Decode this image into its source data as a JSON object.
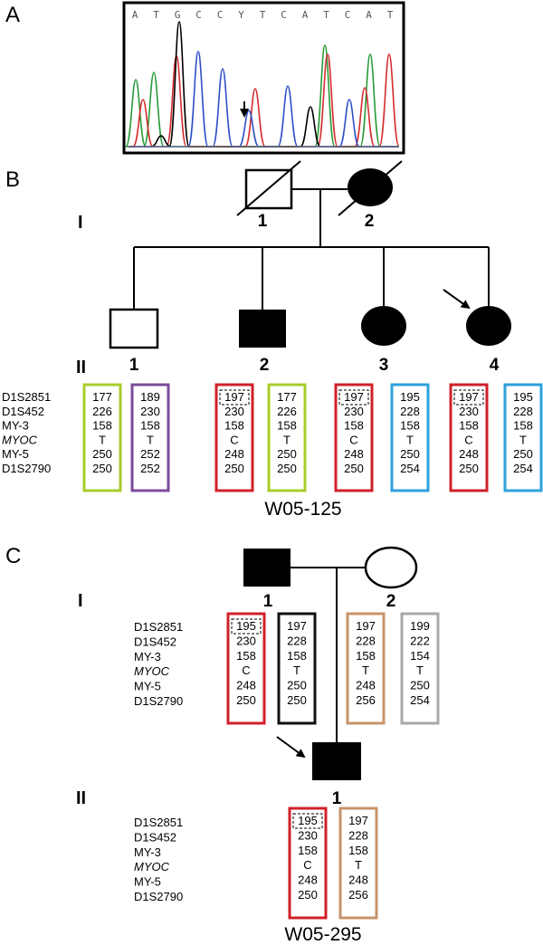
{
  "panels": {
    "a": "A",
    "b": "B",
    "c": "C"
  },
  "sequence": {
    "bases": [
      "A",
      "T",
      "G",
      "C",
      "C",
      "Y",
      "T",
      "C",
      "A",
      "T",
      "C",
      "A",
      "T"
    ]
  },
  "markers": [
    "D1S2851",
    "D1S452",
    "MY-3",
    "MYOC",
    "MY-5",
    "D1S2790"
  ],
  "colors": {
    "green": "#a8cc2a",
    "purple": "#7a4c9c",
    "red": "#d0202a",
    "blue": "#2ea1dc",
    "black": "#111111",
    "tan": "#c8946a",
    "gray": "#a8a8a8"
  },
  "family_b": {
    "id": "W05-125",
    "gen1": "I",
    "gen2": "II",
    "parents": [
      "1",
      "2"
    ],
    "children": [
      "1",
      "2",
      "3",
      "4"
    ],
    "haplotypes": [
      {
        "color": "green",
        "alleles": [
          "177",
          "226",
          "158",
          "T",
          "250",
          "250"
        ]
      },
      {
        "color": "purple",
        "alleles": [
          "189",
          "230",
          "158",
          "T",
          "252",
          "252"
        ]
      },
      {
        "color": "red",
        "alleles": [
          "197",
          "230",
          "158",
          "C",
          "248",
          "250"
        ]
      },
      {
        "color": "green",
        "alleles": [
          "177",
          "226",
          "158",
          "T",
          "250",
          "250"
        ]
      },
      {
        "color": "red",
        "alleles": [
          "197",
          "230",
          "158",
          "C",
          "248",
          "250"
        ]
      },
      {
        "color": "blue",
        "alleles": [
          "195",
          "228",
          "158",
          "T",
          "250",
          "254"
        ]
      },
      {
        "color": "red",
        "alleles": [
          "197",
          "230",
          "158",
          "C",
          "248",
          "250"
        ]
      },
      {
        "color": "blue",
        "alleles": [
          "195",
          "228",
          "158",
          "T",
          "250",
          "254"
        ]
      }
    ]
  },
  "family_c": {
    "id": "W05-295",
    "gen1": "I",
    "gen2": "II",
    "parents": [
      "1",
      "2"
    ],
    "child": "1",
    "haplotypes_gen1": [
      {
        "color": "red",
        "alleles": [
          "195",
          "230",
          "158",
          "C",
          "248",
          "250"
        ]
      },
      {
        "color": "black",
        "alleles": [
          "197",
          "228",
          "158",
          "T",
          "250",
          "250"
        ]
      },
      {
        "color": "tan",
        "alleles": [
          "197",
          "228",
          "158",
          "T",
          "248",
          "256"
        ]
      },
      {
        "color": "gray",
        "alleles": [
          "199",
          "222",
          "154",
          "T",
          "250",
          "254"
        ]
      }
    ],
    "haplotypes_gen2": [
      {
        "color": "red",
        "alleles": [
          "195",
          "230",
          "158",
          "C",
          "248",
          "250"
        ]
      },
      {
        "color": "tan",
        "alleles": [
          "197",
          "228",
          "158",
          "T",
          "248",
          "256"
        ]
      }
    ]
  }
}
